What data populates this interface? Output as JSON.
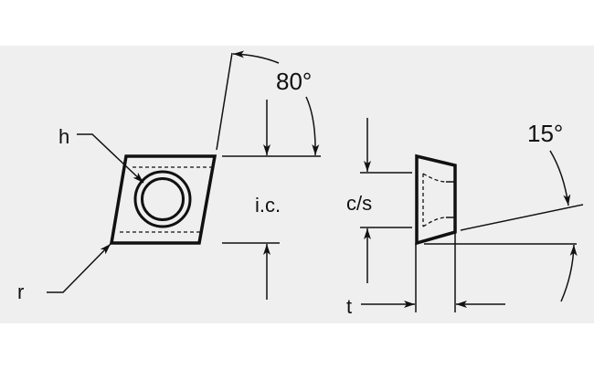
{
  "colors": {
    "background": "#efefef",
    "line": "#111111"
  },
  "labels": {
    "hole": "h",
    "radius": "r",
    "angle_80": "80°",
    "inscribed_circle": "i.c.",
    "countersink": "c/s",
    "thickness": "t",
    "angle_15": "15°"
  }
}
